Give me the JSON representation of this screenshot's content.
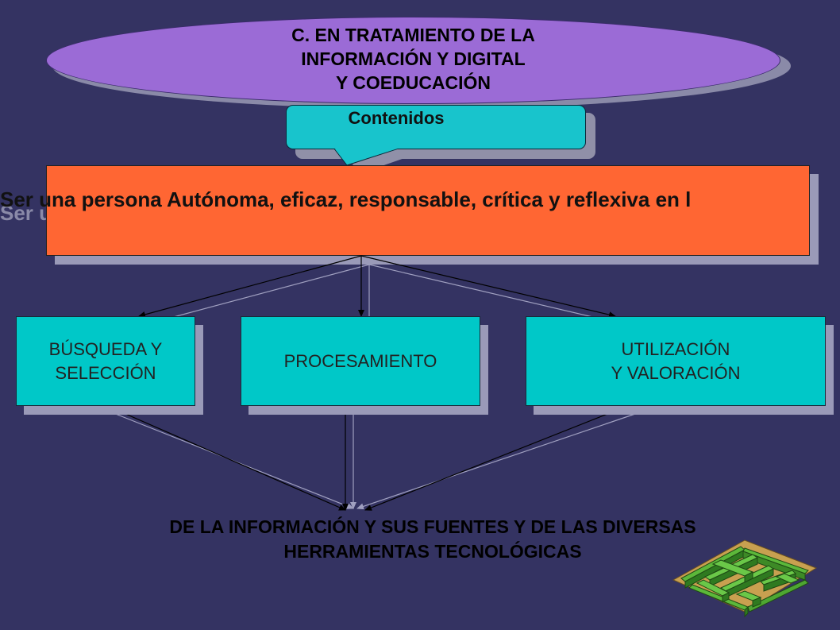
{
  "title": "C.  EN TRATAMIENTO DE LA\nINFORMACIÓN Y DIGITAL\nY COEDUCACIÓN",
  "callout": "Contenidos",
  "main_statement": "Ser una persona Autónoma, eficaz, responsable, crítica y reflexiva en l",
  "boxes": [
    {
      "label": "BÚSQUEDA Y\nSELECCIÓN"
    },
    {
      "label": "PROCESAMIENTO"
    },
    {
      "label": "UTILIZACIÓN\nY VALORACIÓN"
    }
  ],
  "bottom": "DE LA INFORMACIÓN Y SUS FUENTES Y DE LAS DIVERSAS\nHERRAMIENTAS TECNOLÓGICAS",
  "colors": {
    "background": "#343362",
    "oval": "#9b6bd6",
    "callout": "#18c4cc",
    "main_box": "#ff6633",
    "boxes": "#00c8c8",
    "maze": "#5cb83a"
  },
  "icons": {
    "maze": "maze-clipart"
  }
}
